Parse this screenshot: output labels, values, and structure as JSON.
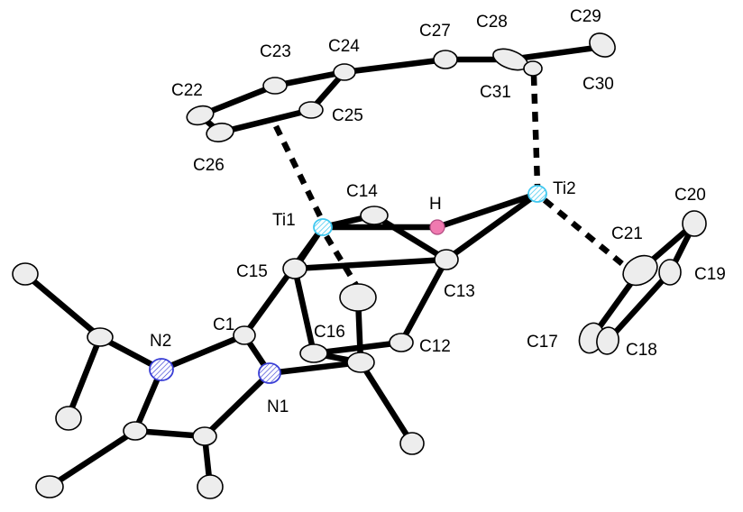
{
  "atom_labels": {
    "C29": "C29",
    "C28": "C28",
    "C27": "C27",
    "C24": "C24",
    "C23": "C23",
    "C22": "C22",
    "C25": "C25",
    "C26": "C26",
    "C31": "C31",
    "C30": "C30",
    "Ti2": "Ti2",
    "C20": "C20",
    "C14": "C14",
    "H": "H",
    "Ti1": "Ti1",
    "C21": "C21",
    "C19": "C19",
    "C15": "C15",
    "C13": "C13",
    "C1": "C1",
    "N2": "N2",
    "C16": "C16",
    "C12": "C12",
    "C17": "C17",
    "C18": "C18",
    "N1": "N1"
  },
  "colors": {
    "carbon": "#ededed",
    "nitrogen": "#3a3fd6",
    "titanium": "#3fc8f0",
    "hydrogen": "#f07ab0",
    "bond": "#000000"
  }
}
